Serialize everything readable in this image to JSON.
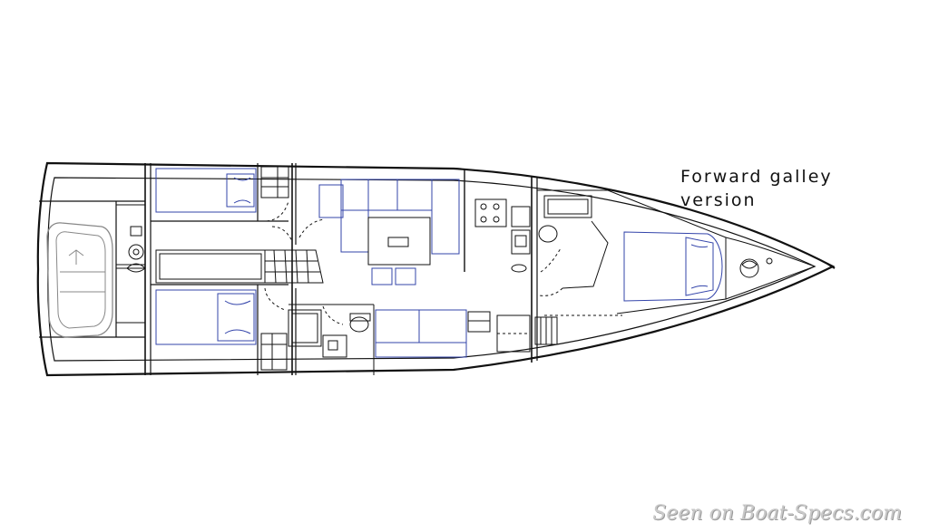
{
  "caption": {
    "line1": "Forward galley",
    "line2": "version"
  },
  "watermark": "Seen on Boat-Specs.com",
  "colors": {
    "outline": "#111111",
    "furniture": "#3344aa",
    "watermark": "#c9c9c9"
  },
  "icons": {
    "tender": "dinghy-icon",
    "helm": "helm-wheel-icon",
    "stairs": "companionway-stairs-icon"
  }
}
